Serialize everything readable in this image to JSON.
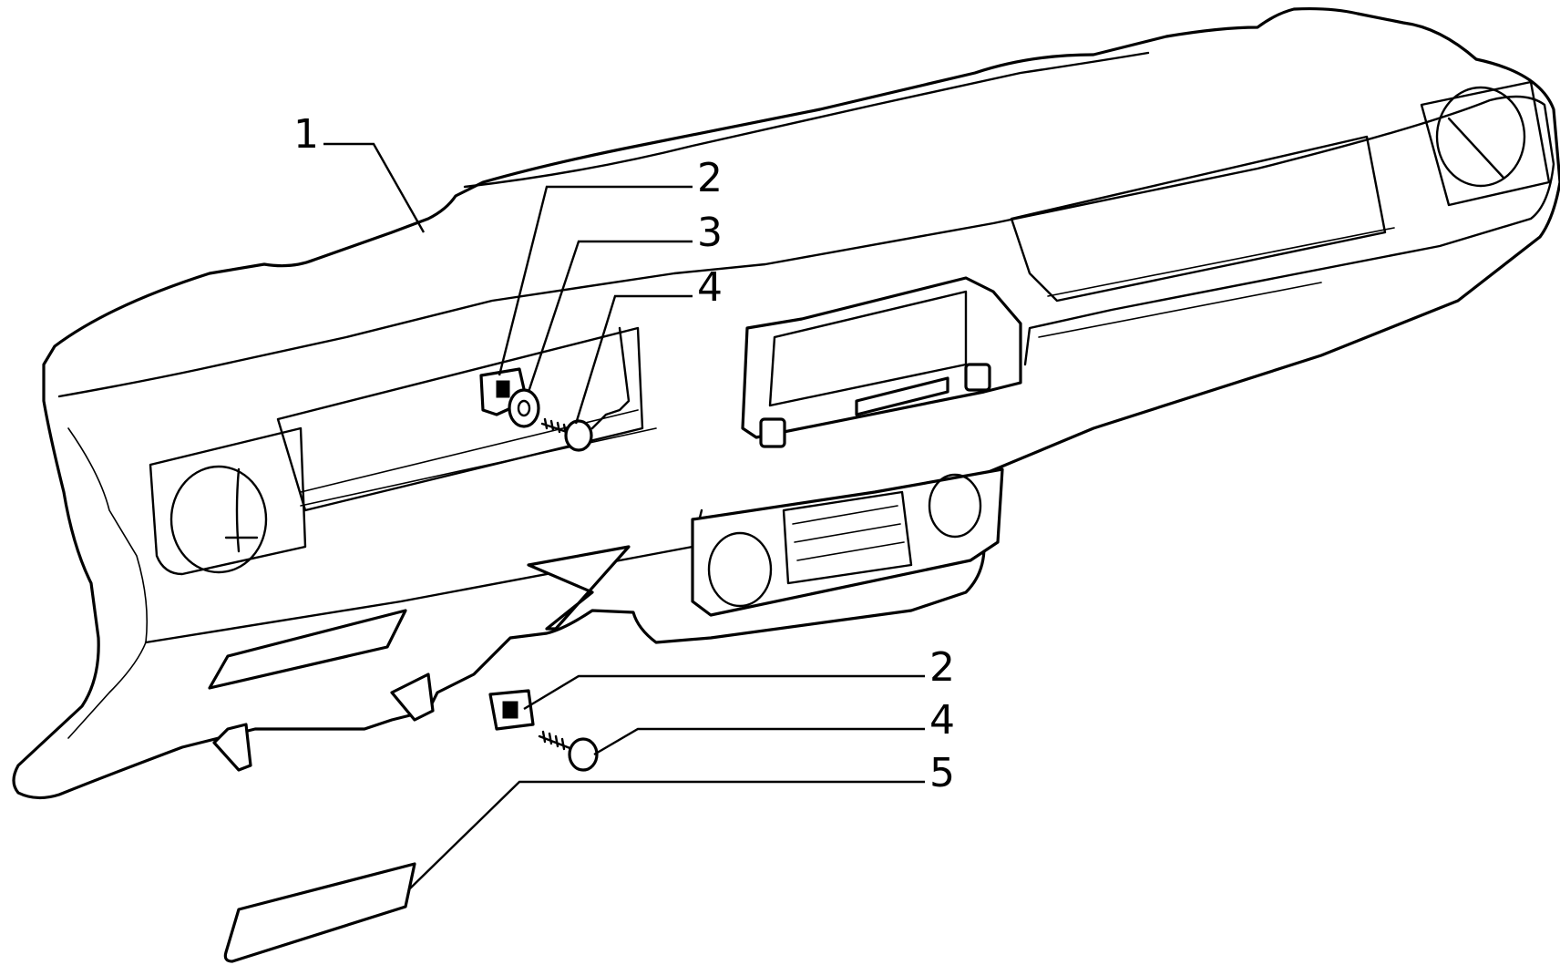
{
  "callouts": [
    {
      "id": "callout-1",
      "label": "1"
    },
    {
      "id": "callout-2-upper",
      "label": "2"
    },
    {
      "id": "callout-3",
      "label": "3"
    },
    {
      "id": "callout-4-upper",
      "label": "4"
    },
    {
      "id": "callout-2-lower",
      "label": "2"
    },
    {
      "id": "callout-4-lower",
      "label": "4"
    },
    {
      "id": "callout-5",
      "label": "5"
    }
  ],
  "colors": {
    "line": "#000000",
    "background": "#ffffff"
  }
}
